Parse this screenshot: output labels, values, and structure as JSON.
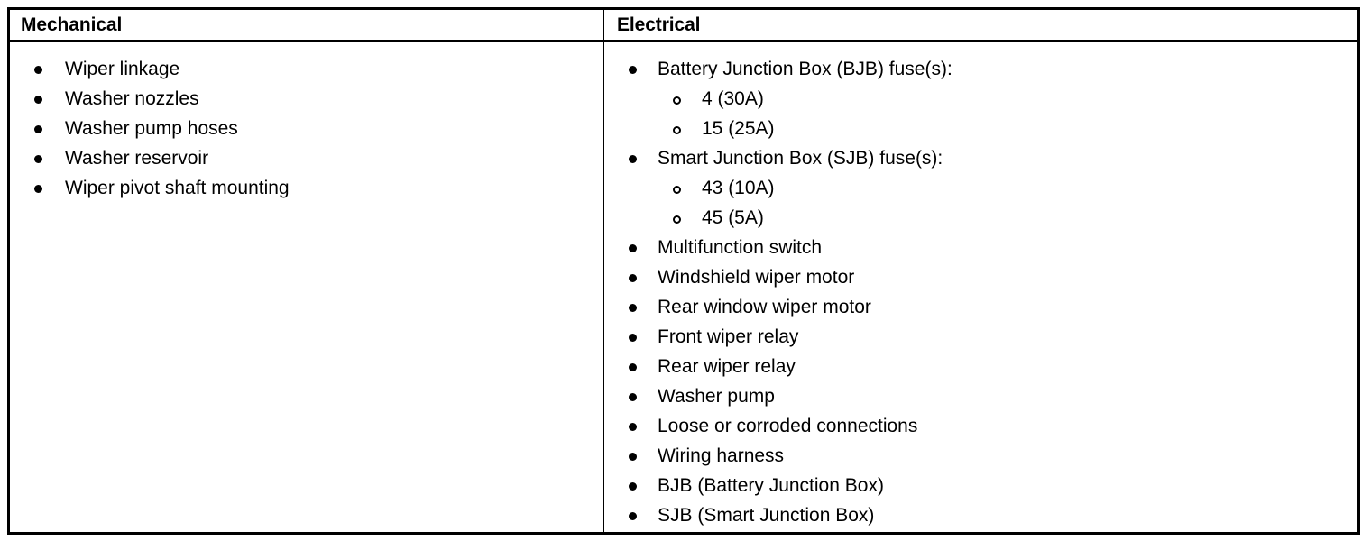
{
  "table": {
    "columns": [
      {
        "header": "Mechanical",
        "items": [
          {
            "level": 1,
            "bullet": "filled-disc-bullet",
            "text": "Wiper linkage"
          },
          {
            "level": 1,
            "bullet": "filled-disc-bullet",
            "text": "Washer nozzles"
          },
          {
            "level": 1,
            "bullet": "filled-disc-bullet",
            "text": "Washer pump hoses"
          },
          {
            "level": 1,
            "bullet": "filled-disc-bullet",
            "text": "Washer reservoir"
          },
          {
            "level": 1,
            "bullet": "filled-disc-bullet",
            "text": "Wiper pivot shaft mounting"
          }
        ]
      },
      {
        "header": "Electrical",
        "items": [
          {
            "level": 1,
            "bullet": "filled-disc-bullet",
            "text": "Battery Junction Box (BJB) fuse(s):"
          },
          {
            "level": 2,
            "bullet": "hollow-circle-bullet",
            "text": "4 (30A)"
          },
          {
            "level": 2,
            "bullet": "hollow-circle-bullet",
            "text": "15 (25A)"
          },
          {
            "level": 1,
            "bullet": "filled-disc-bullet",
            "text": "Smart Junction Box (SJB) fuse(s):"
          },
          {
            "level": 2,
            "bullet": "hollow-circle-bullet",
            "text": "43 (10A)"
          },
          {
            "level": 2,
            "bullet": "hollow-circle-bullet",
            "text": "45 (5A)"
          },
          {
            "level": 1,
            "bullet": "filled-disc-bullet",
            "text": "Multifunction switch"
          },
          {
            "level": 1,
            "bullet": "filled-disc-bullet",
            "text": "Windshield wiper motor"
          },
          {
            "level": 1,
            "bullet": "filled-disc-bullet",
            "text": "Rear window wiper motor"
          },
          {
            "level": 1,
            "bullet": "filled-disc-bullet",
            "text": "Front wiper relay"
          },
          {
            "level": 1,
            "bullet": "filled-disc-bullet",
            "text": "Rear wiper relay"
          },
          {
            "level": 1,
            "bullet": "filled-disc-bullet",
            "text": "Washer pump"
          },
          {
            "level": 1,
            "bullet": "filled-disc-bullet",
            "text": "Loose or corroded connections"
          },
          {
            "level": 1,
            "bullet": "filled-disc-bullet",
            "text": "Wiring harness"
          },
          {
            "level": 1,
            "bullet": "filled-disc-bullet",
            "text": "BJB (Battery Junction Box)"
          },
          {
            "level": 1,
            "bullet": "filled-disc-bullet",
            "text": "SJB (Smart Junction Box)"
          }
        ]
      }
    ]
  },
  "colors": {
    "ink": "#000000",
    "paper": "#ffffff"
  }
}
